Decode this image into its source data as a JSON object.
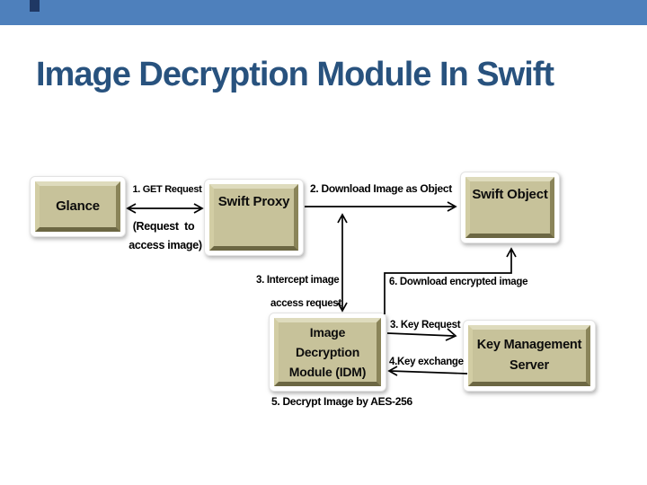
{
  "slide": {
    "title": "Image Decryption Module In Swift",
    "colors": {
      "accent_bar": "#4e80bc",
      "accent_tab": "#1f3864",
      "title_text": "#28527e",
      "node_fill": "#c7c29a",
      "connector": "#000000"
    }
  },
  "diagram": {
    "nodes": [
      {
        "id": "glance",
        "label": "Glance"
      },
      {
        "id": "swift-proxy",
        "label": "Swift Proxy"
      },
      {
        "id": "swift-object",
        "label": "Swift Object"
      },
      {
        "id": "idm",
        "label": "Image Decryption Module (IDM)",
        "lines": [
          "Image",
          "Decryption",
          "Module (IDM)"
        ]
      },
      {
        "id": "kms",
        "label": "Key Management Server",
        "lines": [
          "Key Management",
          "Server"
        ]
      }
    ],
    "labels": {
      "step1": "1. GET Request",
      "step1_note_line1": "(Request  to",
      "step1_note_line2": "access image)",
      "step2": "2. Download Image as Object",
      "step3_intercept_line1": "3. Intercept image",
      "step3_intercept_line2": "access request",
      "step6": "6. Download encrypted image",
      "step3_key": "3. Key Request",
      "step4": "4.Key exchange",
      "step5": "5. Decrypt Image by AES-256"
    }
  }
}
